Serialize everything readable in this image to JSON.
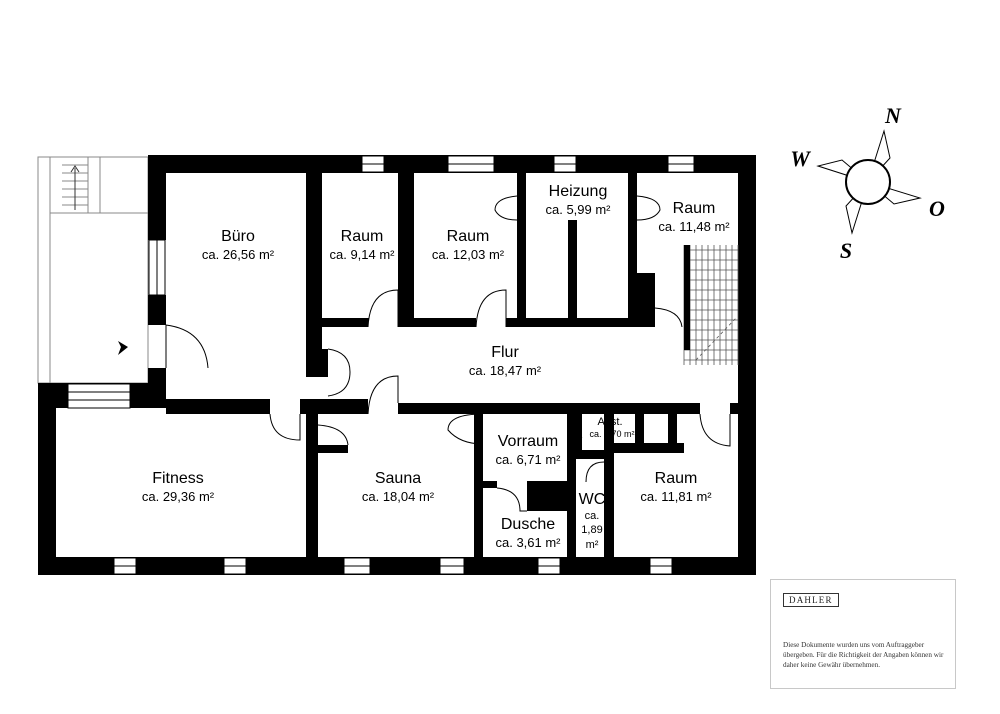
{
  "rooms": {
    "buero": {
      "name": "Büro",
      "area": "ca. 26,56 m²"
    },
    "raum1": {
      "name": "Raum",
      "area": "ca. 9,14 m²"
    },
    "raum2": {
      "name": "Raum",
      "area": "ca. 12,03 m²"
    },
    "heizung": {
      "name": "Heizung",
      "area": "ca. 5,99 m²"
    },
    "raum3": {
      "name": "Raum",
      "area": "ca. 11,48 m²"
    },
    "flur": {
      "name": "Flur",
      "area": "ca. 18,47 m²"
    },
    "fitness": {
      "name": "Fitness",
      "area": "ca. 29,36 m²"
    },
    "sauna": {
      "name": "Sauna",
      "area": "ca. 18,04 m²"
    },
    "vorraum": {
      "name": "Vorraum",
      "area": "ca. 6,71 m²"
    },
    "abst": {
      "name": "Abst.",
      "area": "ca. 1,70 m²"
    },
    "wc": {
      "name": "WC",
      "area_line1": "ca.",
      "area_line2": "1,89",
      "area_line3": "m²"
    },
    "dusche": {
      "name": "Dusche",
      "area": "ca. 3,61 m²"
    },
    "raum4": {
      "name": "Raum",
      "area": "ca. 11,81 m²"
    }
  },
  "compass": {
    "north": "N",
    "south": "S",
    "west": "W",
    "east": "O"
  },
  "disclaimer": {
    "brand": "DAHLER",
    "text": "Diese Dokumente wurden uns vom Auftraggeber übergeben. Für die Richtigkeit der Angaben können wir daher keine Gewähr übernehmen."
  }
}
